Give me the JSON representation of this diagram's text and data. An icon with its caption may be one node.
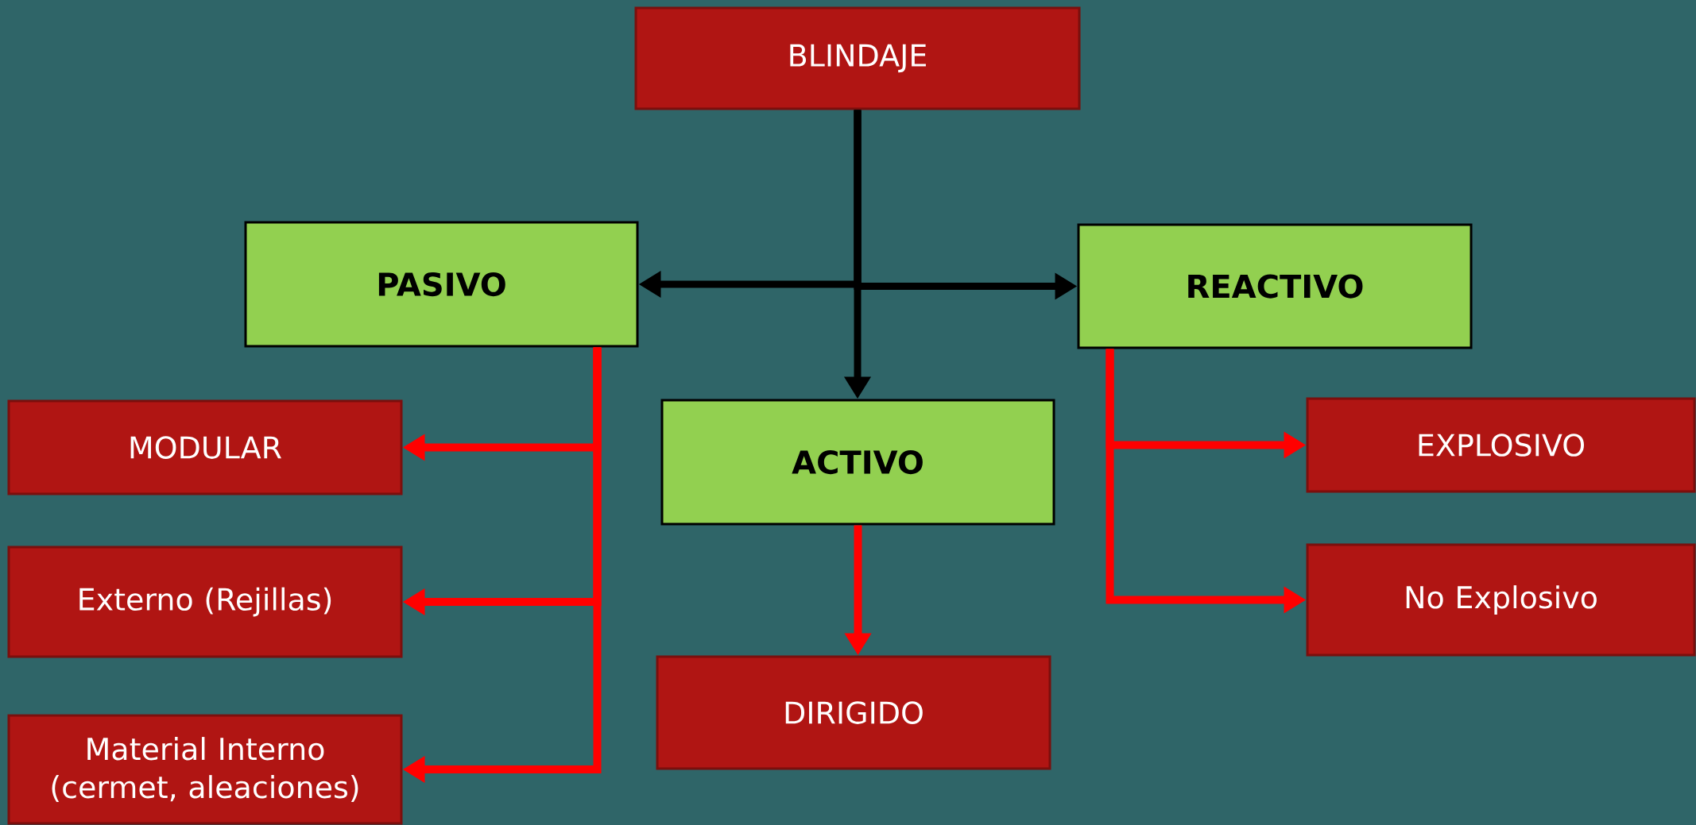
{
  "diagram": {
    "nodes": [
      {
        "text": [
          "BLINDAJE"
        ]
      },
      {
        "text": [
          "PASIVO"
        ]
      },
      {
        "text": [
          "REACTIVO"
        ]
      },
      {
        "text": [
          "ACTIVO"
        ]
      },
      {
        "text": [
          "MODULAR"
        ]
      },
      {
        "text": [
          "Externo (Rejillas)"
        ]
      },
      {
        "text": [
          "Material Interno (cermet, aleaciones)"
        ]
      },
      {
        "text": [
          "DIRIGIDO"
        ]
      },
      {
        "text": [
          "EXPLOSIVO"
        ]
      },
      {
        "text": [
          "No Explosivo"
        ]
      }
    ],
    "edges": [
      {
        "from": 0,
        "to": 1,
        "arrow": "to",
        "color": "#000000"
      },
      {
        "from": 0,
        "to": 2,
        "arrow": "to",
        "color": "#000000"
      },
      {
        "from": 0,
        "to": 3,
        "arrow": "to",
        "color": "#000000"
      },
      {
        "from": 1,
        "to": 4,
        "arrow": "to"
      },
      {
        "from": 1,
        "to": 5,
        "arrow": "to"
      },
      {
        "from": 1,
        "to": 6,
        "arrow": "to"
      },
      {
        "from": 3,
        "to": 7,
        "arrow": "to"
      },
      {
        "from": 2,
        "to": 8,
        "arrow": "to"
      },
      {
        "from": 2,
        "to": 9,
        "arrow": "to"
      }
    ]
  }
}
